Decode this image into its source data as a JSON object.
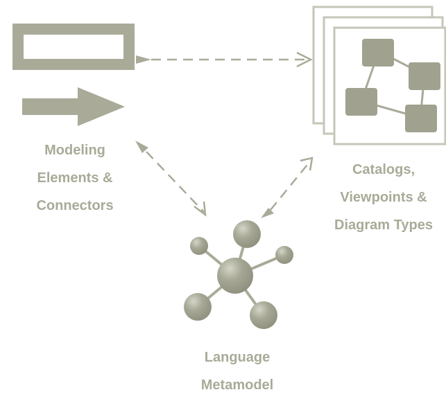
{
  "labels": {
    "modeling": [
      "Modeling",
      "Elements &",
      "Connectors"
    ],
    "catalogs": [
      "Catalogs,",
      "Viewpoints &",
      "Diagram Types"
    ],
    "language": [
      "Language",
      "Metamodel"
    ]
  },
  "colors": {
    "shape": "#a9aa98",
    "shape_light": "#b4b5a4",
    "node": "#a0a28f",
    "node_highlight": "#c8c9ba",
    "page_border": "#c5c6b9",
    "dash": "#a9aa98",
    "text": "#a9aa98"
  },
  "icons": [
    "rectangle-element-icon",
    "arrow-connector-icon",
    "stacked-diagram-pages-icon",
    "metamodel-molecule-icon"
  ]
}
